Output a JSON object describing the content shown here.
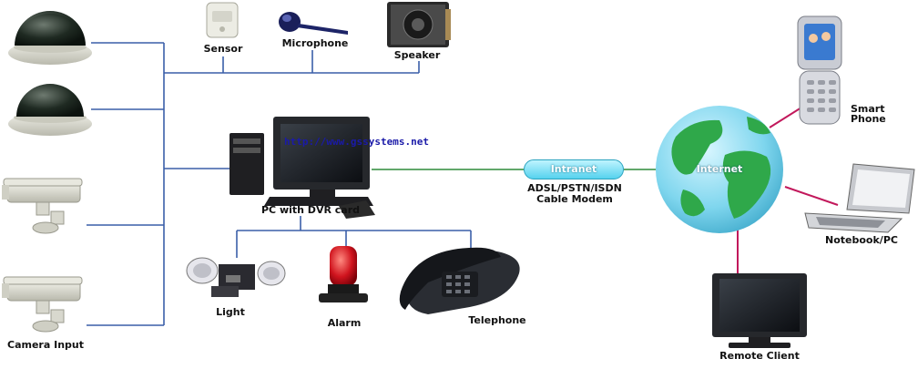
{
  "labels": {
    "camera_input": "Camera Input",
    "sensor": "Sensor",
    "microphone": "Microphone",
    "speaker": "Speaker",
    "pc_dvr": "PC with DVR card",
    "url": "http://www.gssystems.net",
    "light": "Light",
    "alarm": "Alarm",
    "telephone": "Telephone",
    "intranet": "Intranet",
    "modem_line1": "ADSL/PSTN/ISDN",
    "modem_line2": "Cable Modem",
    "internet": "Internet",
    "smart_line1": "Smart",
    "smart_line2": "Phone",
    "notebook": "Notebook/PC",
    "remote_client": "Remote Client"
  },
  "colors": {
    "local_line": "#3a5fa8",
    "intranet_line": "#2e8b3a",
    "internet_line": "#c2185b",
    "intranet_pill": "#56d2ee",
    "globe_ocean": "#7fd6ee",
    "globe_land": "#2fa84a"
  },
  "icons": [
    "dome-camera-icon",
    "box-camera-icon",
    "motion-sensor-icon",
    "microphone-icon",
    "speaker-icon",
    "desktop-pc-icon",
    "flood-light-icon",
    "alarm-beacon-icon",
    "desk-telephone-icon",
    "globe-icon",
    "smartphone-icon",
    "laptop-icon",
    "monitor-icon"
  ]
}
